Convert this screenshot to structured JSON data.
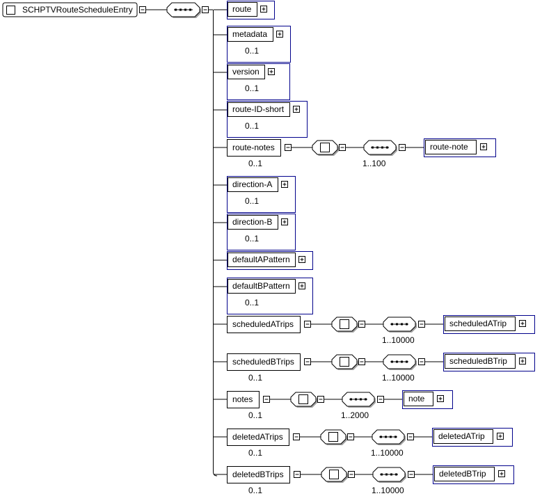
{
  "root": {
    "name": "SCHPTVRouteScheduleEntry"
  },
  "elements": [
    {
      "name": "route",
      "occurs": ""
    },
    {
      "name": "metadata",
      "occurs": "0..1"
    },
    {
      "name": "version",
      "occurs": "0..1"
    },
    {
      "name": "route-ID-short",
      "occurs": "0..1"
    },
    {
      "name": "route-notes",
      "occurs": "0..1",
      "child": {
        "name": "route-note",
        "seq_occurs": "1..100"
      }
    },
    {
      "name": "direction-A",
      "occurs": "0..1"
    },
    {
      "name": "direction-B",
      "occurs": "0..1"
    },
    {
      "name": "defaultAPattern",
      "occurs": ""
    },
    {
      "name": "defaultBPattern",
      "occurs": "0..1"
    },
    {
      "name": "scheduledATrips",
      "occurs": "",
      "child": {
        "name": "scheduledATrip",
        "seq_occurs": "1..10000"
      }
    },
    {
      "name": "scheduledBTrips",
      "occurs": "0..1",
      "child": {
        "name": "scheduledBTrip",
        "seq_occurs": "1..10000"
      }
    },
    {
      "name": "notes",
      "occurs": "0..1",
      "child": {
        "name": "note",
        "seq_occurs": "1..2000"
      }
    },
    {
      "name": "deletedATrips",
      "occurs": "0..1",
      "child": {
        "name": "deletedATrip",
        "seq_occurs": "1..10000"
      }
    },
    {
      "name": "deletedBTrips",
      "occurs": "0..1",
      "child": {
        "name": "deletedBTrip",
        "seq_occurs": "1..10000"
      }
    }
  ],
  "colors": {
    "border": "#000000",
    "optional_border": "#00008b",
    "line": "#000000",
    "shadow": "#a0a0a0"
  }
}
